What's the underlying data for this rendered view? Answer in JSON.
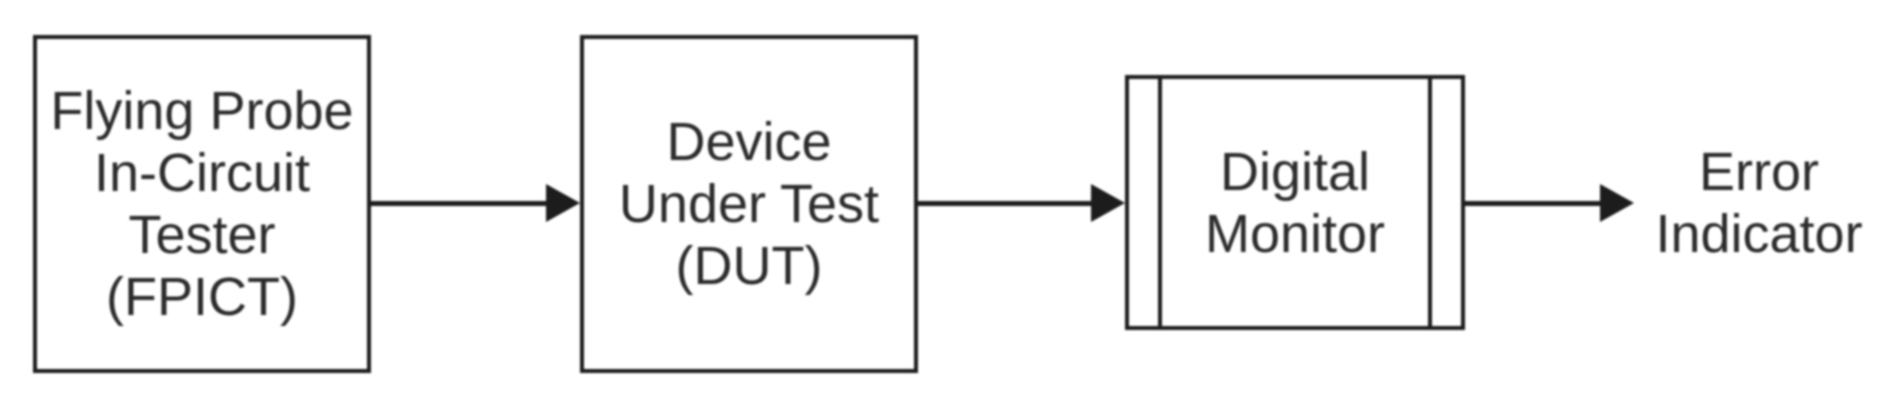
{
  "diagram": {
    "type": "flowchart",
    "orientation": "left-to-right",
    "colors": {
      "background": "#ffffff",
      "stroke": "#1c1c1c",
      "text": "#2b2b2b"
    },
    "nodes": [
      {
        "id": "fpict",
        "shape": "process-rectangle",
        "label": "Flying Probe\nIn-Circuit\nTester\n(FPICT)"
      },
      {
        "id": "dut",
        "shape": "process-rectangle",
        "label": "Device\nUnder Test\n(DUT)"
      },
      {
        "id": "digital-monitor",
        "shape": "predefined-process-rectangle",
        "label": "Digital\nMonitor"
      },
      {
        "id": "error-indicator",
        "shape": "text-label",
        "label": "Error\nIndicator"
      }
    ],
    "connections": [
      {
        "from": "fpict",
        "to": "dut",
        "style": "solid-arrow"
      },
      {
        "from": "dut",
        "to": "digital-monitor",
        "style": "solid-arrow"
      },
      {
        "from": "digital-monitor",
        "to": "error-indicator",
        "style": "solid-arrow"
      }
    ]
  }
}
